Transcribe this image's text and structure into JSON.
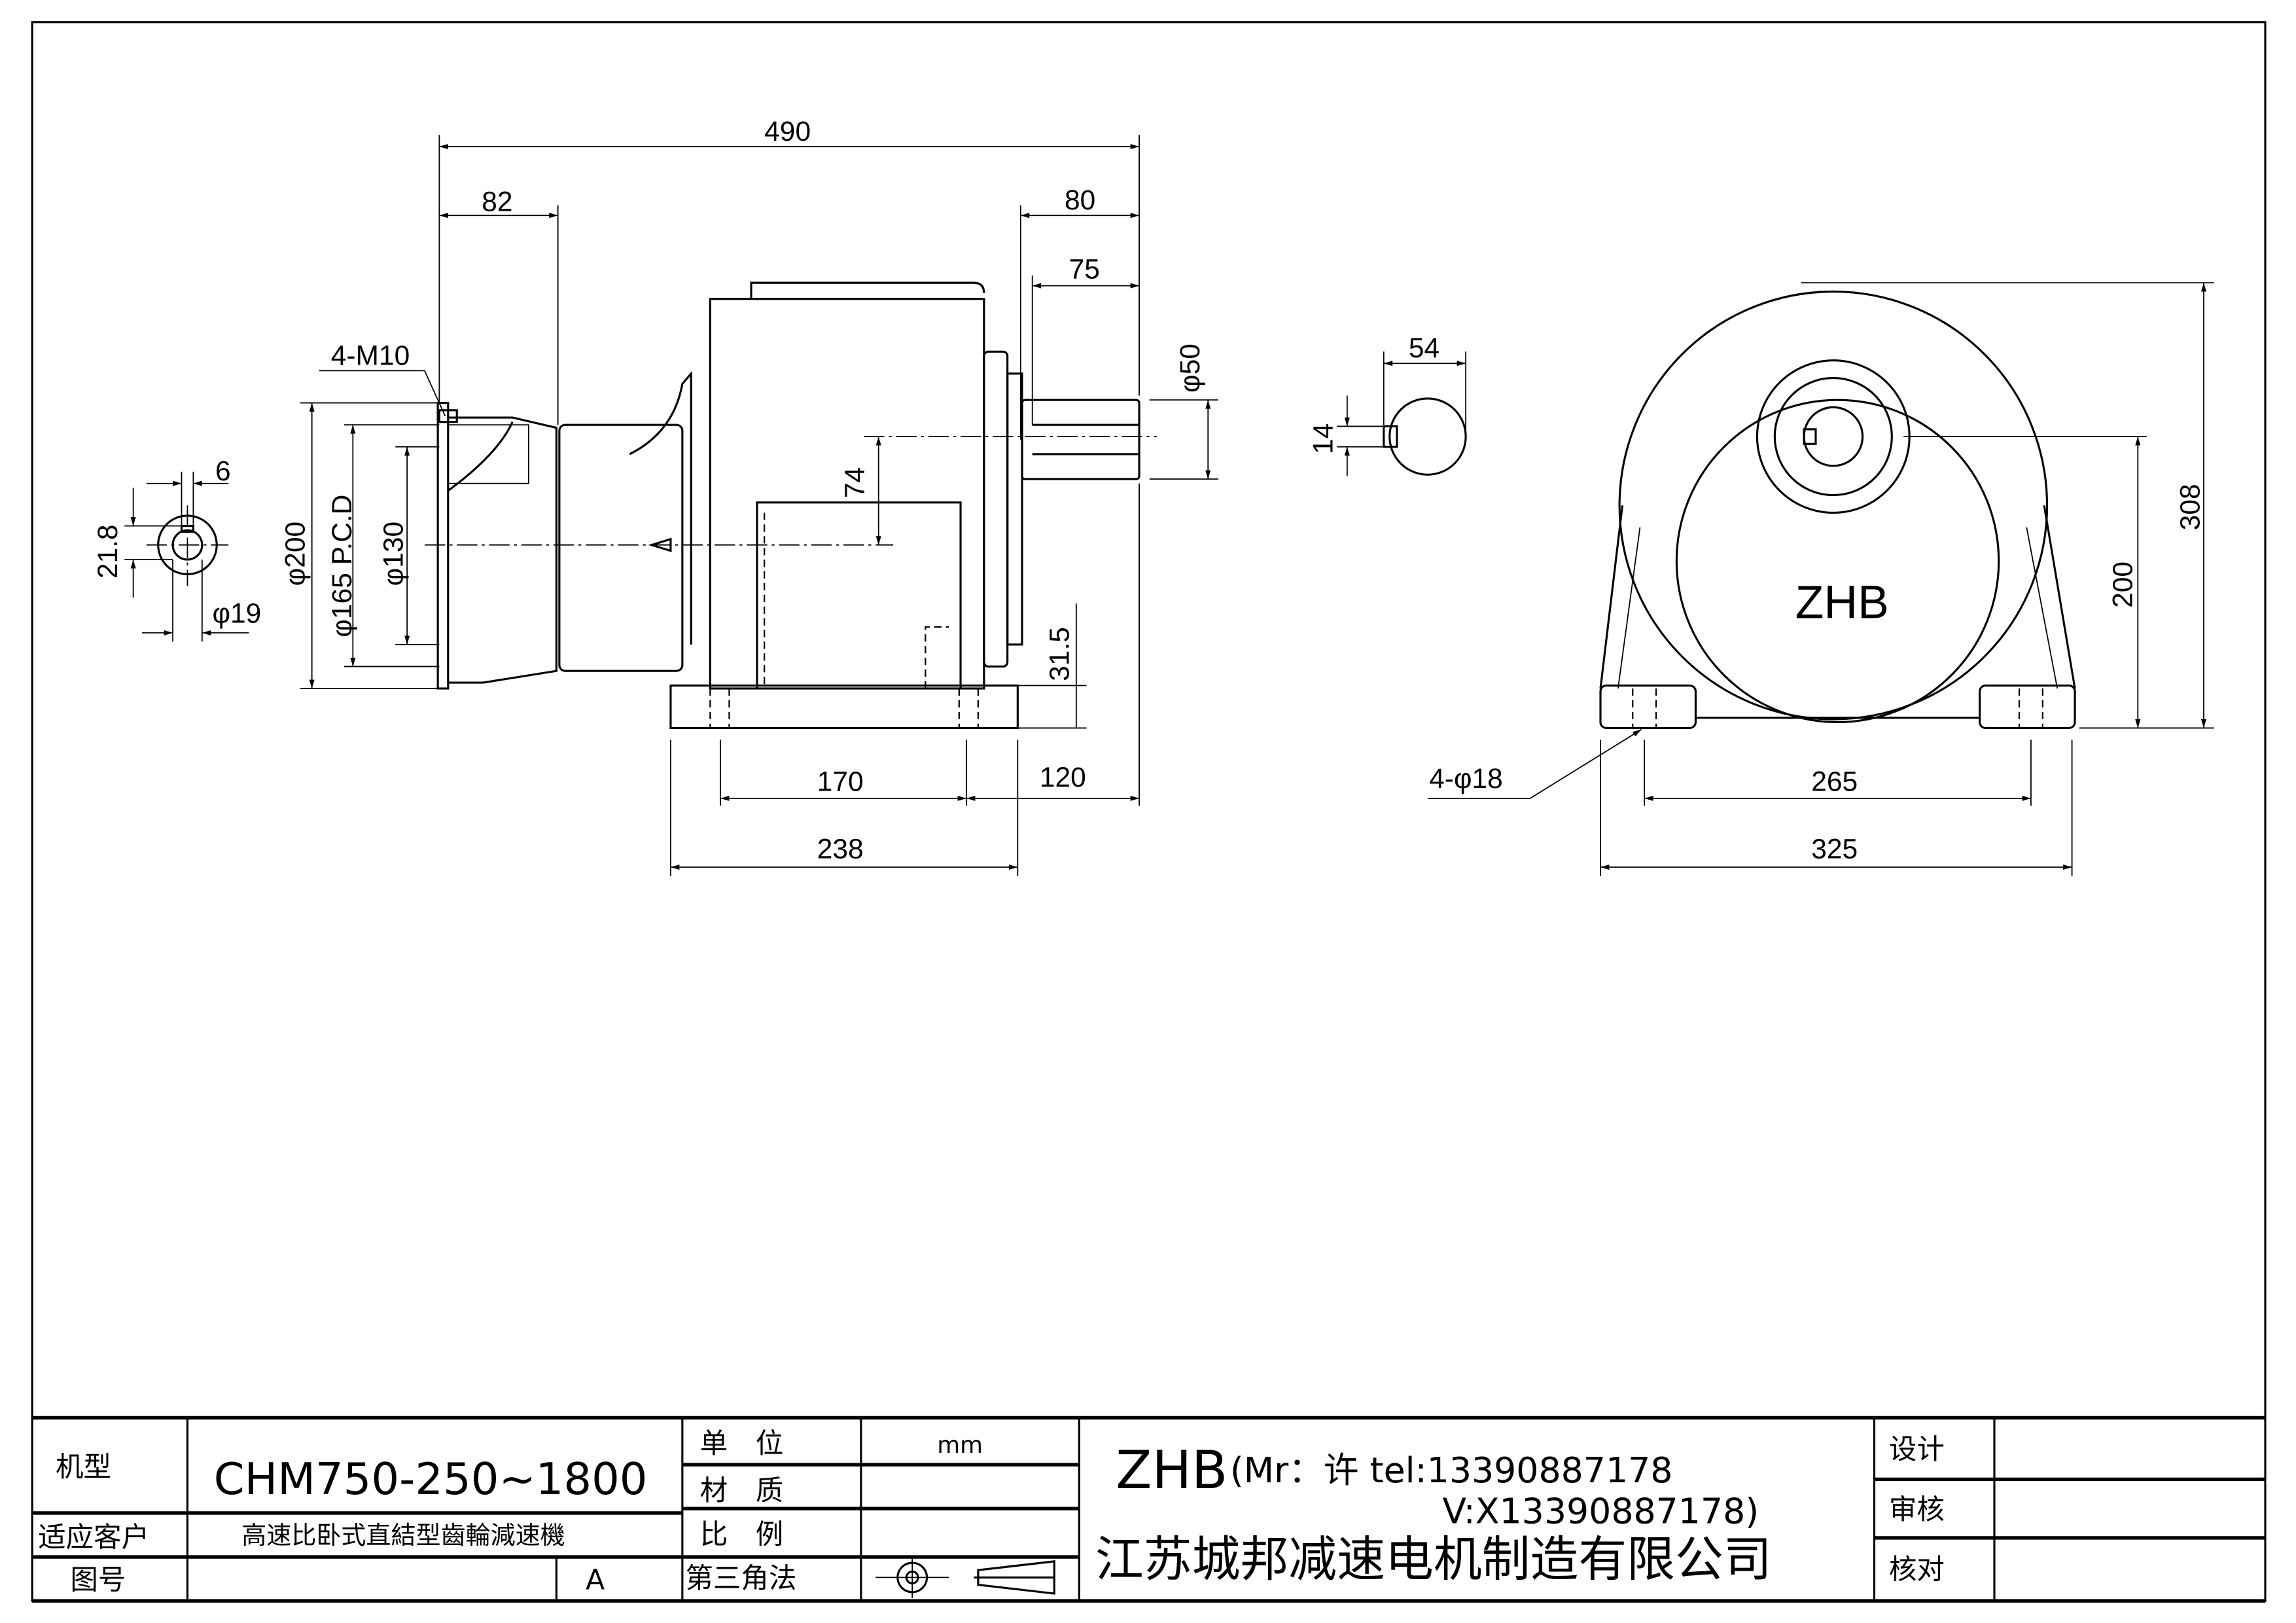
{
  "drawing": {
    "logo_text": "ZHB",
    "dimensions": {
      "overall_length": "490",
      "flange_depth": "82",
      "shaft_ext": "80",
      "shaft_len": "75",
      "shaft_dia": "φ50",
      "center_offset": "74",
      "foot_height": "31.5",
      "foot_pitch": "170",
      "foot_overhang": "120",
      "base_length": "238",
      "flange_dia": "φ200",
      "pcd": "φ165 P.C.D",
      "spigot_dia": "φ130",
      "bolt_holes": "4-M10",
      "key_width_in": "6",
      "key_depth_in": "21.8",
      "bore_dia": "φ19",
      "key_len_out": "54",
      "key_width_out": "14",
      "total_height": "308",
      "center_height": "200",
      "foot_span": "265",
      "base_width": "325",
      "foot_holes": "4-φ18"
    }
  },
  "title_block": {
    "model_label": "机型",
    "model_value": "CHM750-250~1800",
    "customer_label": "适应客户",
    "description": "高速比卧式直結型齒輪減速機",
    "drawing_no_label": "图号",
    "drawing_no_value": "",
    "revision": "A",
    "unit_label": "单　位",
    "unit_value": "mm",
    "material_label": "材　质",
    "material_value": "",
    "scale_label": "比　例",
    "scale_value": "",
    "projection_label": "第三角法",
    "brand": "ZHB",
    "contact_line1": "(Mr：许 tel:13390887178",
    "contact_line2": "V:X13390887178)",
    "company": "江苏城邦减速电机制造有限公司",
    "design_label": "设计",
    "review_label": "审核",
    "check_label": "核对"
  }
}
